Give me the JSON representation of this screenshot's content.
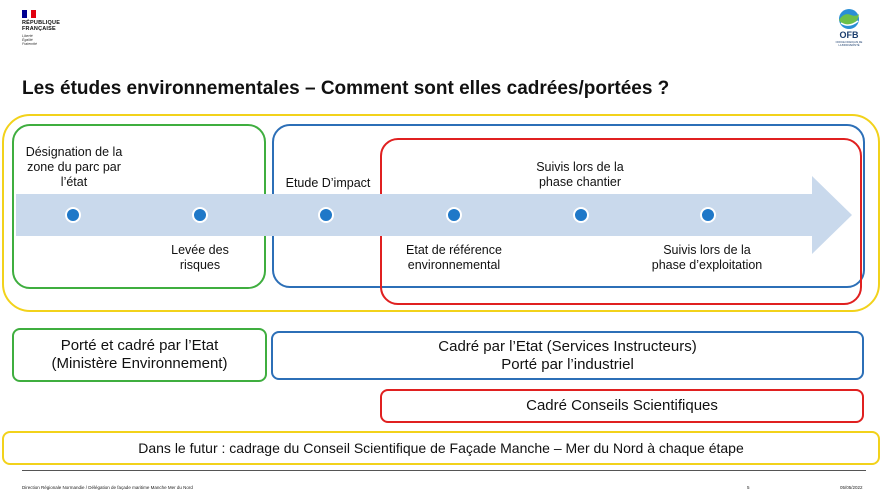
{
  "header": {
    "republic_name": [
      "RÉPUBLIQUE",
      "FRANÇAISE"
    ],
    "republic_motto": [
      "Liberté",
      "Égalité",
      "Fraternité"
    ],
    "ofb_name": "OFB",
    "ofb_subtitle": "OFFICE FRANÇAIS DE LA BIODIVERSITÉ"
  },
  "title": "Les études environnementales – Comment sont elles cadrées/portées ?",
  "timeline": {
    "labels_top": [
      "Désignation de la zone du parc par l’état",
      "Etude D’impact",
      "Suivis lors de la phase chantier"
    ],
    "labels_bottom": [
      "Levée des risques",
      "Etat de référence environnemental",
      "Suivis lors de la phase d’exploitation"
    ]
  },
  "boxes": {
    "state_box": [
      "Porté et cadré par l’Etat",
      "(Ministère Environnement)"
    ],
    "services_box": [
      "Cadré par l’Etat (Services Instructeurs)",
      "Porté par l’industriel"
    ],
    "science_box": "Cadré Conseils Scientifiques",
    "future_box": "Dans le futur : cadrage du Conseil Scientifique de Façade Manche – Mer du Nord à chaque étape"
  },
  "footer": {
    "left": "Direction Régionale Normandie / Délégation de façade maritime Manche Mer du Nord",
    "page": "5",
    "date": "05/05/2022"
  },
  "colors": {
    "yellow": "#f2d21b",
    "green": "#3fae3f",
    "blue": "#2c6fb7",
    "red": "#e02020",
    "arrow": "#c9d9ec",
    "dot": "#1f78c8"
  }
}
